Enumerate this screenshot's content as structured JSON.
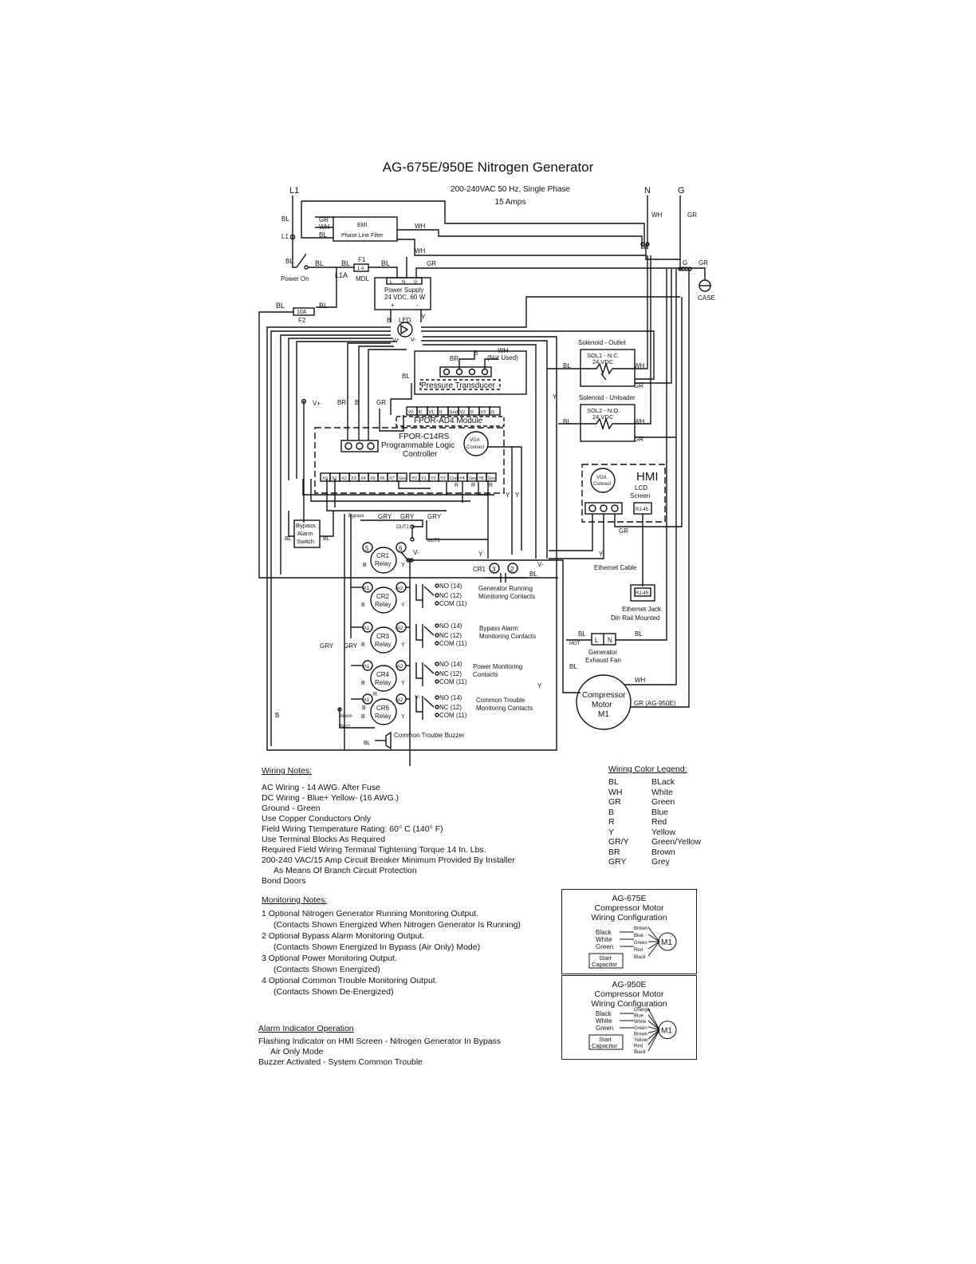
{
  "title": "AG-675E/950E Nitrogen Generator",
  "supply": {
    "line1": "200-240VAC 50 Hz, Single Phase",
    "line2": "15 Amps"
  },
  "terminals": {
    "l1": "L1",
    "n": "N",
    "g": "G"
  },
  "wire_labels": {
    "bl": "BL",
    "wh": "WH",
    "gr": "GR",
    "b": "B",
    "y": "Y",
    "r": "R",
    "br": "BR",
    "gry": "GRY",
    "v_plus": "V+",
    "v_minus": "V-",
    "l1_node": "L1",
    "l1a": "L1A",
    "g_node": "G",
    "r_small": "R",
    "mot": "MOT"
  },
  "components": {
    "emi_line1": "EMI",
    "emi_line2": "Phase Line Filter",
    "power_on": "Power On",
    "f1": "F1",
    "f1_rating": "1 A",
    "mdl": "MDL",
    "f2": "F2",
    "f2_rating": "10A",
    "psu_line1": "Power Supply",
    "psu_line2": "24 VDC, 60 W",
    "psu_l": "L",
    "psu_n": "N",
    "psu_g": "G",
    "psu_plus": "+",
    "psu_minus": "-",
    "led": "LED",
    "case": "CASE",
    "wh_not_used_1": "WH",
    "wh_not_used_2": "(Not Used)",
    "pressure_transducer": "Pressure Transducer",
    "solenoid_outlet": "Solenoid - Outlet",
    "sol1_line1": "SOL1 - N.C.",
    "sol1_line2": "24 VDC",
    "solenoid_unloader": "Solenoid - Unloader",
    "sol2_line1": "SOL2 - N.O.",
    "sol2_line2": "24 VDC",
    "ad4_module": "FPOR-AD4 Module",
    "ad4_terminals": [
      "V0",
      "I0",
      "V1",
      "I1",
      "Gnd",
      "V2",
      "I2",
      "V3",
      "I3"
    ],
    "plc_line1": "FPOR-C14RS",
    "plc_line2": "Programmable Logic",
    "plc_line3": "Controller",
    "vga_line1": "VGA",
    "vga_line2": "Connect",
    "plc_inputs": [
      "X0",
      "X1",
      "X2",
      "X3",
      "X4",
      "X5",
      "X6",
      "X7",
      "Gnd"
    ],
    "plc_outputs": [
      "Y0",
      "Y1",
      "Y2",
      "Y3",
      "Com",
      "Y4",
      "Gnd",
      "Y5",
      "Gnd"
    ],
    "hmi_title": "HMI",
    "hmi_line1": "LCD",
    "hmi_line2": "Screen",
    "rj45": "RJ-45",
    "bypass_switch_1": "Bypass",
    "bypass_switch_2": "Alarm",
    "bypass_switch_3": "Switch",
    "bypass_small": "Bypass",
    "out1": "OUT1",
    "out2": "OUT2",
    "ethernet_cable": "Ethernet Cable",
    "ethernet_jack_1": "Ethernet Jack",
    "ethernet_jack_2": "Din Rail Mounted",
    "fan_l": "L",
    "fan_n": "N",
    "fan_label_1": "Generator",
    "fan_label_2": "Exhaust Fan",
    "motor_1": "Compressor",
    "motor_2": "Motor",
    "motor_3": "M1",
    "gr_950e": "GR (AG-950E)",
    "alarm_small": "Alarm",
    "buzz_small": "Buzz",
    "buzzer": "Common Trouble Buzzer",
    "relay_word": "Relay",
    "cr1_line": "CR1",
    "cr1_pin3": "3",
    "cr1_pin2": "2",
    "pin5": "5",
    "pin6": "6",
    "a1": "A1",
    "a2": "A2"
  },
  "relays": [
    {
      "name": "CR1"
    },
    {
      "name": "CR2",
      "contacts": "Generator Running\nMonitoring Contacts"
    },
    {
      "name": "CR3",
      "contacts": "Bypass Alarm\nMonitoring Contacts"
    },
    {
      "name": "CR4",
      "contacts": "Power Monitoring\nContacts"
    },
    {
      "name": "CR6",
      "contacts": "Common Trouble\nMonitoring Contacts"
    }
  ],
  "contact_labels": {
    "no": "NO (14)",
    "nc": "NC (12)",
    "com": "COM (11)"
  },
  "wiring_notes": {
    "heading": "Wiring Notes:",
    "lines": [
      "AC Wiring - 14 AWG. After Fuse",
      "DC Wiring - Blue+ Yellow- (16 AWG.)",
      "Ground - Green",
      "Use Copper Conductors Only",
      "Field Wiring Ttemperature Rating: 60° C (140° F)",
      "Use Terminal Blocks As Required",
      "Required Field Wiring Terminal Tightening Torque 14 In. Lbs.",
      "200-240 VAC/15 Amp Circuit Breaker Minimum Provided By Installer",
      "As Means Of Branch Circuit Protection",
      "Bond Doors"
    ]
  },
  "monitoring_notes": {
    "heading": "Monitoring Notes:",
    "lines": [
      "1  Optional Nitrogen Generator Running Monitoring Output.",
      "(Contacts Shown Energized When Nitrogen Generator Is Running)",
      "2  Optional Bypass Alarm Monitoring Output.",
      "(Contacts Shown Energized In Bypass (Air Only) Mode)",
      "3  Optional Power Monitoring Output.",
      "(Contacts Shown Energized)",
      "4  Optional Common Trouble Monitoring Output.",
      "(Contacts Shown  De-Energized)"
    ]
  },
  "alarm_notes": {
    "heading": "Alarm Indicator Operation",
    "lines": [
      "Flashing Indicator on HMI Screen - Nitrogen Generator In Bypass",
      "Air Only Mode",
      "Buzzer Activated - System Common Trouble"
    ]
  },
  "legend": {
    "heading": "Wiring Color Legend:",
    "rows": [
      {
        "code": "BL",
        "color": "BLack"
      },
      {
        "code": "WH",
        "color": "White"
      },
      {
        "code": "GR",
        "color": "Green"
      },
      {
        "code": "B",
        "color": "Blue"
      },
      {
        "code": "R",
        "color": "Red"
      },
      {
        "code": "Y",
        "color": "Yellow"
      },
      {
        "code": "GR/Y",
        "color": "Green/Yellow"
      },
      {
        "code": "BR",
        "color": "Brown"
      },
      {
        "code": "GRY",
        "color": "Grey"
      }
    ]
  },
  "motor_675": {
    "title_1": "AG-675E",
    "title_2": "Compressor Motor",
    "title_3": "Wiring Configuration",
    "left": [
      "Black",
      "White",
      "Green"
    ],
    "right": [
      "Brown",
      "Blue",
      "Green",
      "Red",
      "Black"
    ],
    "cap_1": "Start",
    "cap_2": "Capacitor",
    "m1": "M1"
  },
  "motor_950": {
    "title_1": "AG-950E",
    "title_2": "Compressor Motor",
    "title_3": "Wiring Configuration",
    "left": [
      "Black",
      "White",
      "Green"
    ],
    "right": [
      "Orange",
      "Blue",
      "White",
      "Green",
      "Brown",
      "Yellow",
      "Red",
      "Black"
    ],
    "cap_1": "Start",
    "cap_2": "Capacitor",
    "m1": "M1"
  }
}
